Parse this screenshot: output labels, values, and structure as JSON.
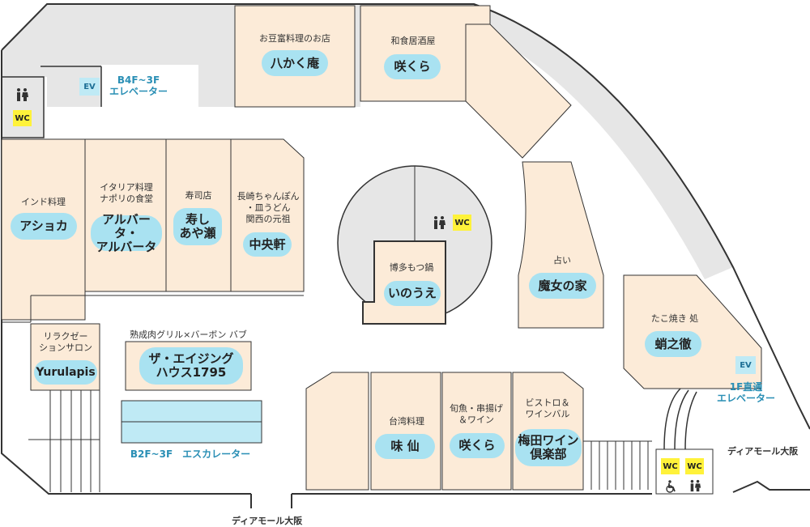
{
  "colors": {
    "shop": "#fcebd8",
    "pill": "#a9e2f1",
    "wc": "#fff23a",
    "ev": "#bfeaf5",
    "teal": "#2a8fb5",
    "gray": "#e5e5e5"
  },
  "shops": {
    "mameya": {
      "category": "お豆富料理のお店",
      "name": "八かく庵"
    },
    "sakura_top": {
      "category": "和食居酒屋",
      "name": "咲くら"
    },
    "ashoka": {
      "category": "インド料理",
      "name": "アショカ"
    },
    "albata": {
      "category": "イタリア料理\nナポリの食堂",
      "name": "アルバータ・\nアルバータ"
    },
    "kotobuki": {
      "category": "寿司店",
      "name": "寿し\nあや瀬"
    },
    "chuoken": {
      "category": "長崎ちゃんぽん\n・皿うどん\n関西の元祖",
      "name": "中央軒"
    },
    "inoue": {
      "category": "博多もつ鍋",
      "name": "いのうえ"
    },
    "majo": {
      "category": "占い",
      "name": "魔女の家"
    },
    "takoyaki": {
      "category": "たこ焼き 処",
      "name": "蛸之徹"
    },
    "yurulapis": {
      "category": "リラクゼー\nションサロン",
      "name": "Yurulapis"
    },
    "aging": {
      "category": "熟成肉グリル×バーボン バブ",
      "name": "ザ・エイジング\nハウス1795"
    },
    "misen": {
      "category": "台湾料理",
      "name": "味 仙"
    },
    "sakura_bottom": {
      "category": "旬魚・串揚げ\n＆ワイン",
      "name": "咲くら"
    },
    "umeda_wine": {
      "category": "ビストロ＆\nワインバル",
      "name": "梅田ワイン\n倶楽部"
    }
  },
  "facilities": {
    "wc_label": "WC",
    "ev_label": "EV",
    "elevator_top": "B4F~3F\nエレベーター",
    "elevator_right": "1F直通\nエレベーター",
    "escalator": "B2F~3F　エスカレーター",
    "exit_right": "ディアモール大阪",
    "exit_bottom": "ディアモール大阪"
  }
}
